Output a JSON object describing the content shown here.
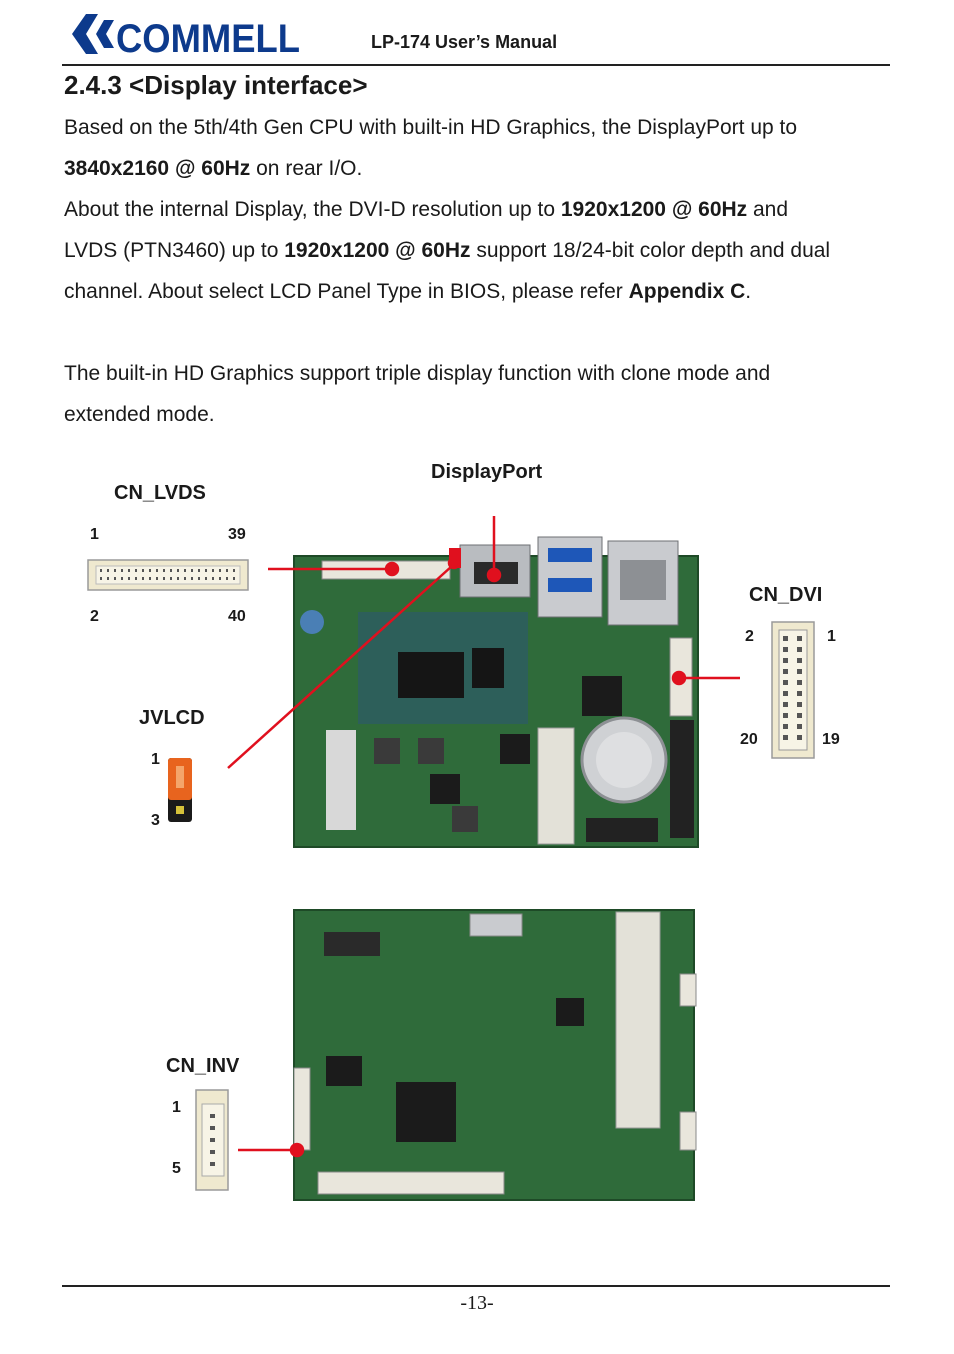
{
  "header": {
    "logo_text": "COMMELL",
    "manual_title": "LP-174 User’s Manual"
  },
  "section": {
    "title": "2.4.3 <Display interface>"
  },
  "paragraphs": {
    "p1_a": "Based on the 5th/4th Gen CPU with built-in HD Graphics, the DisplayPort up to",
    "p1_b_bold": "3840x2160 @ 60Hz",
    "p1_b_rest": " on rear I/O.",
    "p2_a": "About the internal Display, the DVI-D resolution up to ",
    "p2_a_bold": "1920x1200 @ 60Hz",
    "p2_a_rest": " and",
    "p2_b": "LVDS (PTN3460) up to ",
    "p2_b_bold": "1920x1200 @ 60Hz",
    "p2_b_rest": " support 18/24-bit color depth and dual",
    "p2_c": "channel. About select LCD Panel Type in BIOS, please refer ",
    "p2_c_bold": "Appendix C",
    "p2_c_rest": ".",
    "p3_a": "The built-in HD Graphics support triple display function with clone mode and",
    "p3_b": "extended mode."
  },
  "diagram": {
    "displayport_label": "DisplayPort",
    "cn_lvds": {
      "label": "CN_LVDS",
      "pin_tl": "1",
      "pin_tr": "39",
      "pin_bl": "2",
      "pin_br": "40"
    },
    "cn_dvi": {
      "label": "CN_DVI",
      "pin_tl": "2",
      "pin_tr": "1",
      "pin_bl": "20",
      "pin_br": "19"
    },
    "jvlcd": {
      "label": "JVLCD",
      "pin_top": "1",
      "pin_bottom": "3"
    },
    "cn_inv": {
      "label": "CN_INV",
      "pin_top": "1",
      "pin_bottom": "5"
    },
    "colors": {
      "pointer": "#e0101e",
      "board": "#2f6b3a",
      "jumper": "#e8641e"
    }
  },
  "footer": {
    "page_number": "-13-"
  }
}
